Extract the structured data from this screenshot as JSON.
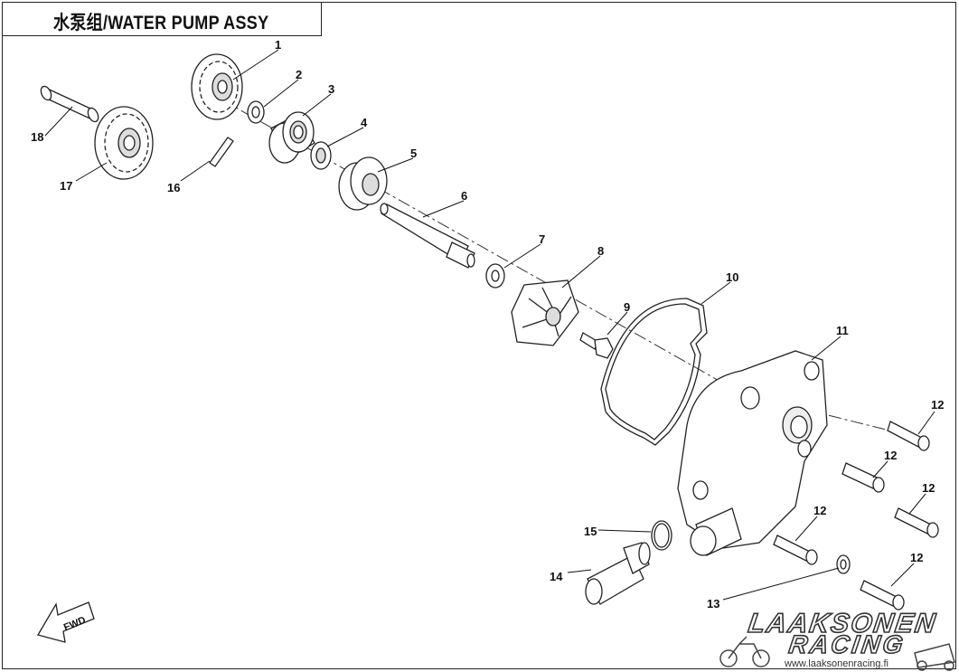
{
  "title": "水泵组/WATER PUMP ASSY",
  "direction_label": "FWD",
  "callouts": [
    "1",
    "2",
    "3",
    "4",
    "5",
    "6",
    "7",
    "8",
    "9",
    "10",
    "11",
    "12",
    "12",
    "12",
    "12",
    "12",
    "13",
    "14",
    "15",
    "16",
    "17",
    "18"
  ],
  "watermark": {
    "logo_line1": "LAAKSONEN",
    "logo_line2": "RACING",
    "url": "www.laaksonenracing.fi"
  }
}
